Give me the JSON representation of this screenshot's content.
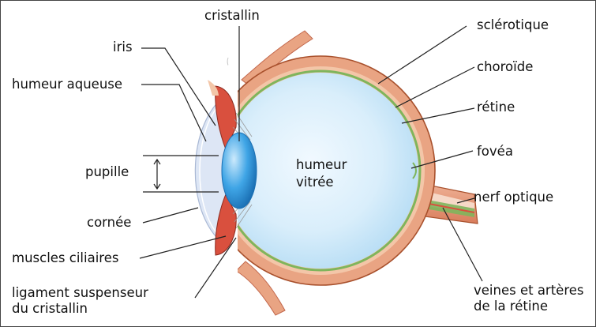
{
  "diagram": {
    "labels": {
      "cristallin": "cristallin",
      "iris": "iris",
      "humeur_aqueuse": "humeur aqueuse",
      "pupille": "pupille",
      "cornee": "cornée",
      "muscles_ciliaires": "muscles ciliaires",
      "ligament": "ligament suspenseur\ndu cristallin",
      "humeur_vitree": "humeur\nvitrée",
      "sclerotique": "sclérotique",
      "choroide": "choroïde",
      "retine": "rétine",
      "fovea": "fovéa",
      "nerf_optique": "nerf optique",
      "veines": "veines et artères\nde la rétine"
    },
    "colors": {
      "sclera": "#e9a483",
      "sclera_edge": "#a8502c",
      "choroid": "#f3c6a8",
      "retina": "#7fb55c",
      "vitreous": "#d9eefb",
      "lens": "#3a9fe0",
      "cornea": "#dde6f5",
      "muscle": "#d9503e",
      "nerve": "#e8a488",
      "leader": "#222222"
    }
  }
}
